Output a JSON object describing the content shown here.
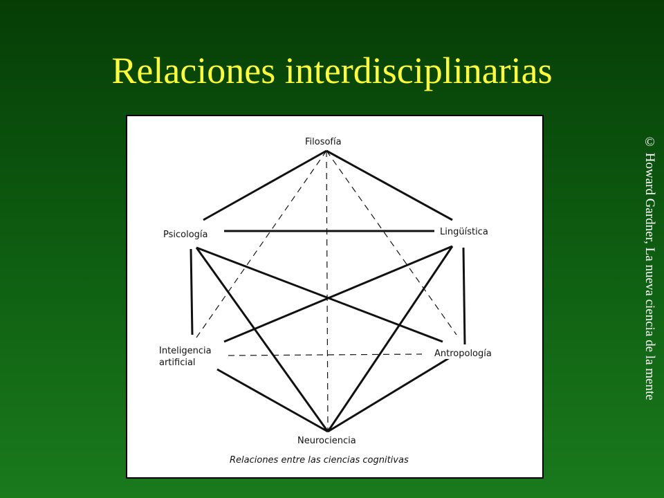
{
  "slide": {
    "title": "Relaciones interdisciplinarias",
    "credit": "© Howard Gardner, La nueva ciencia de la mente"
  },
  "diagram": {
    "nodes": {
      "filosofia": "Filosofía",
      "psicologia": "Psicología",
      "linguistica": "Lingüística",
      "ia_line1": "Inteligencia",
      "ia_line2": "artificial",
      "antropologia": "Antropología",
      "neurociencia": "Neurociencia"
    },
    "caption": "Relaciones entre las ciencias cognitivas",
    "edges_solid": [
      [
        "filosofia",
        "psicologia"
      ],
      [
        "filosofia",
        "linguistica"
      ],
      [
        "psicologia",
        "linguistica"
      ],
      [
        "psicologia",
        "ia"
      ],
      [
        "psicologia",
        "neurociencia"
      ],
      [
        "psicologia",
        "antropologia"
      ],
      [
        "linguistica",
        "ia"
      ],
      [
        "linguistica",
        "antropologia"
      ],
      [
        "linguistica",
        "neurociencia"
      ],
      [
        "ia",
        "neurociencia"
      ],
      [
        "antropologia",
        "neurociencia"
      ]
    ],
    "edges_dashed": [
      [
        "filosofia",
        "ia"
      ],
      [
        "filosofia",
        "antropologia"
      ],
      [
        "filosofia",
        "neurociencia"
      ],
      [
        "ia",
        "antropologia"
      ]
    ]
  }
}
